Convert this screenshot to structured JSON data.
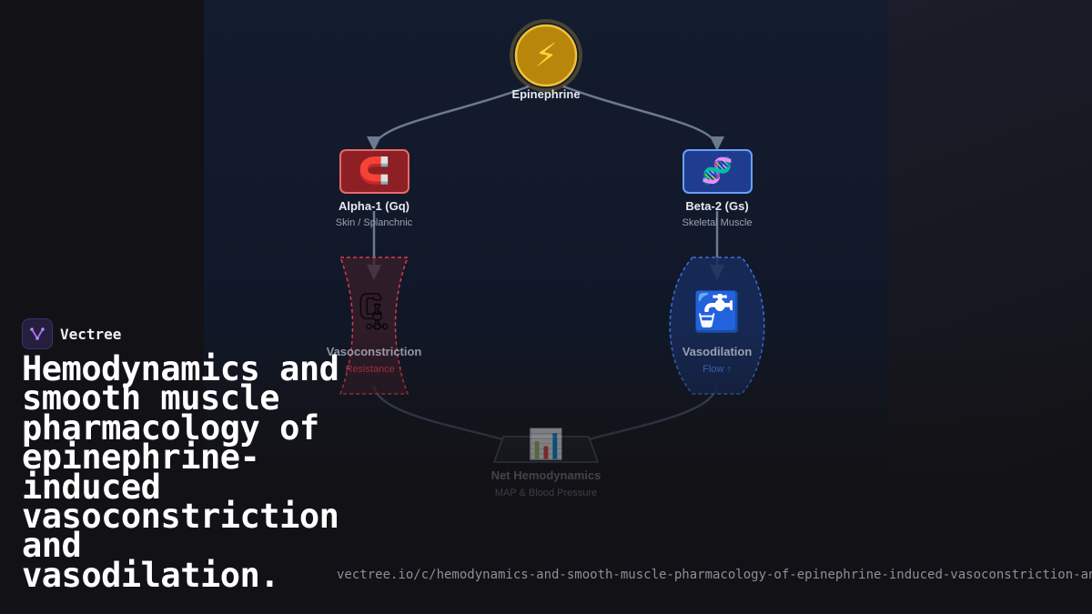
{
  "brand": {
    "name": "Vectree",
    "logo_icon": "vectree-logo-icon",
    "logo_color": "#a56be8"
  },
  "headline": "Hemodynamics and smooth muscle pharmacology of epinephrine-induced vasoconstriction and vasodilation.",
  "url": "vectree.io/c/hemodynamics-and-smooth-muscle-pharmacology-of-epinephrine-induced-vasoconstriction-and-vasodilation",
  "diagram": {
    "root": {
      "label": "Epinephrine",
      "icon": "lightning-icon",
      "glyph": "⚡",
      "color": "#d4a017"
    },
    "alpha": {
      "label": "Alpha-1 (Gq)",
      "sub": "Skin / Splanchnic",
      "icon": "magnet-icon",
      "glyph": "🧲",
      "color": "#9b2226"
    },
    "beta": {
      "label": "Beta-2 (Gs)",
      "sub": "Skeletal Muscle",
      "icon": "dna-icon",
      "glyph": "🧬",
      "color": "#1e3a8a"
    },
    "vasoconstriction": {
      "label": "Vasoconstriction",
      "sub": "Resistance ↑",
      "icon": "clamp-icon",
      "glyph": "🗜",
      "color": "#e0404e"
    },
    "vasodilation": {
      "label": "Vasodilation",
      "sub": "Flow ↑",
      "icon": "faucet-icon",
      "glyph": "🚰",
      "color": "#3b82f6"
    },
    "net": {
      "label": "Net Hemodynamics",
      "sub": "MAP & Blood Pressure",
      "icon": "bar-chart-icon",
      "glyph": "📊"
    }
  }
}
